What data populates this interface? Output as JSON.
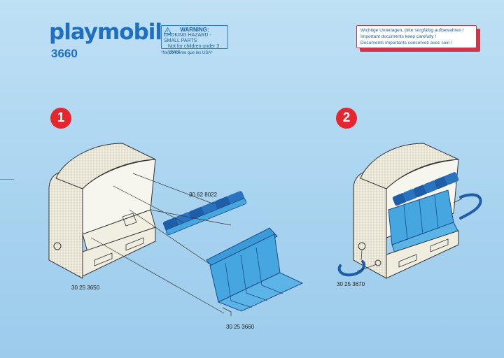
{
  "brand": {
    "logo_text": "playmobil",
    "model_number": "3660"
  },
  "warning": {
    "title": "WARNING:",
    "line1": "CHOKING HAZARD - SMALL PARTS",
    "line2": "Not for children under 3 years.",
    "note": "*Ne concerne que les USA*"
  },
  "documents_notice": {
    "line1": "Wichtige Unterlagen, bitte sorgfältig aufbewahren !",
    "line2": "Important documents keep carefully !",
    "line3": "Documents importants conservez avec soin !"
  },
  "steps": [
    {
      "number": "1"
    },
    {
      "number": "2"
    }
  ],
  "part_numbers": {
    "canopy_cushions": "30 62 8022",
    "chair_body": "30 25 3650",
    "seat_cushion": "30 25 3660",
    "handles": "30 25 3670"
  },
  "colors": {
    "brand_blue": "#1f6fc0",
    "step_red": "#e5262e",
    "cushion_light": "#45a6e0",
    "cushion_dark": "#1e5ea8",
    "wicker_cream": "#f4f1e4"
  }
}
